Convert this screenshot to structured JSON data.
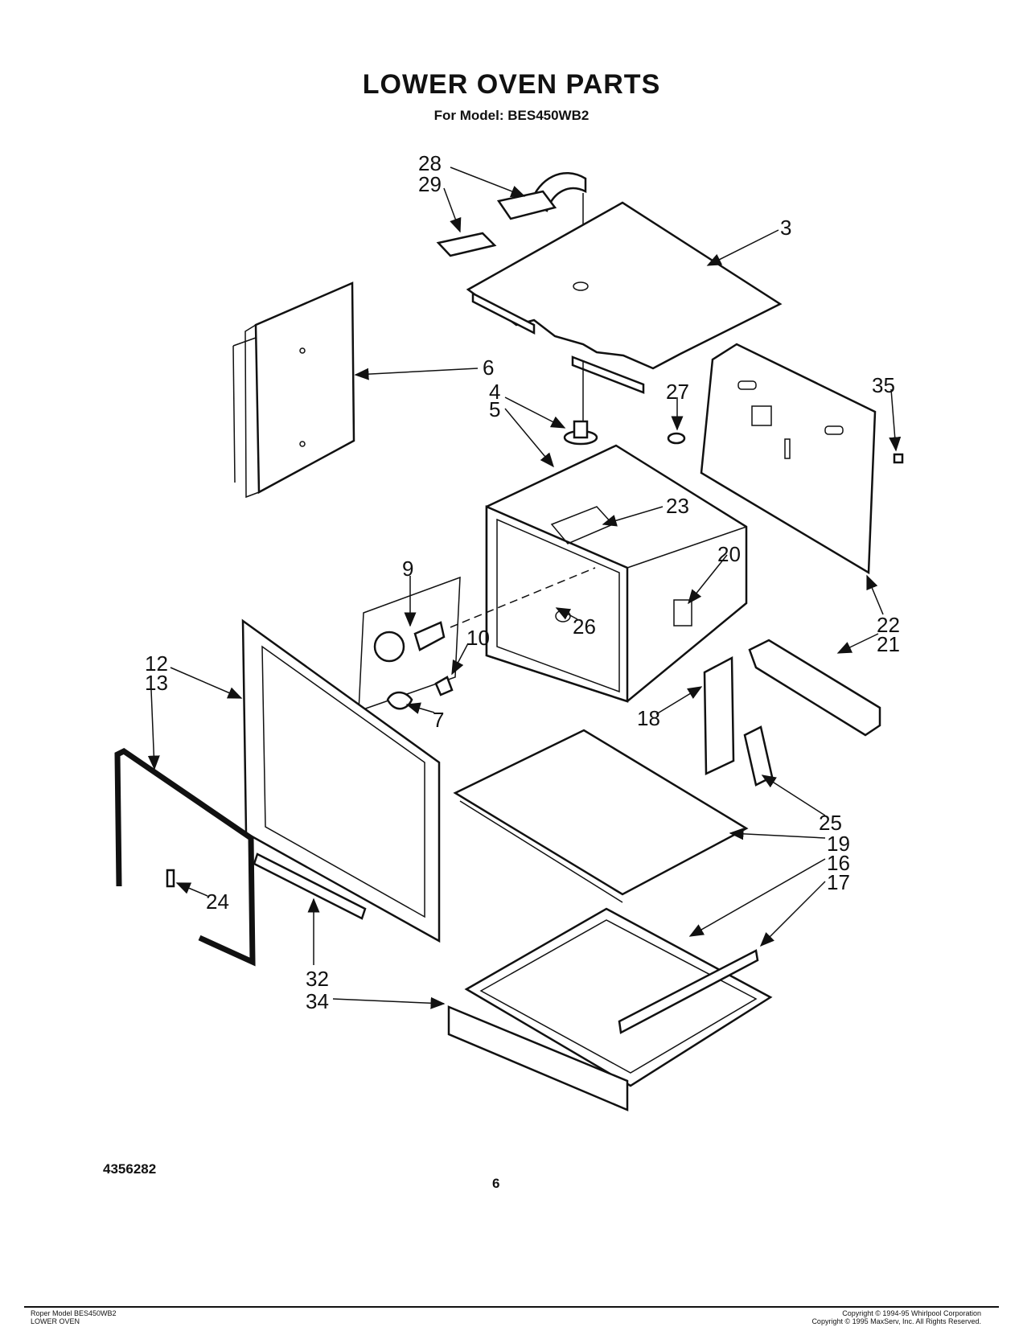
{
  "header": {
    "title": "LOWER OVEN PARTS",
    "subtitle": "For Model: BES450WB2"
  },
  "callouts": [
    "28",
    "29",
    "3",
    "6",
    "4",
    "5",
    "27",
    "35",
    "23",
    "20",
    "22",
    "21",
    "9",
    "26",
    "10",
    "12",
    "13",
    "7",
    "18",
    "25",
    "19",
    "16",
    "17",
    "24",
    "32",
    "34"
  ],
  "document_number": "4356282",
  "page_number": "6",
  "footer": {
    "left_line1": "Roper Model BES450WB2",
    "left_line2": "LOWER OVEN",
    "right_line1": "Copyright © 1994-95 Whirlpool Corporation",
    "right_line2": "Copyright © 1995 MaxServ, Inc.  All Rights Reserved."
  }
}
